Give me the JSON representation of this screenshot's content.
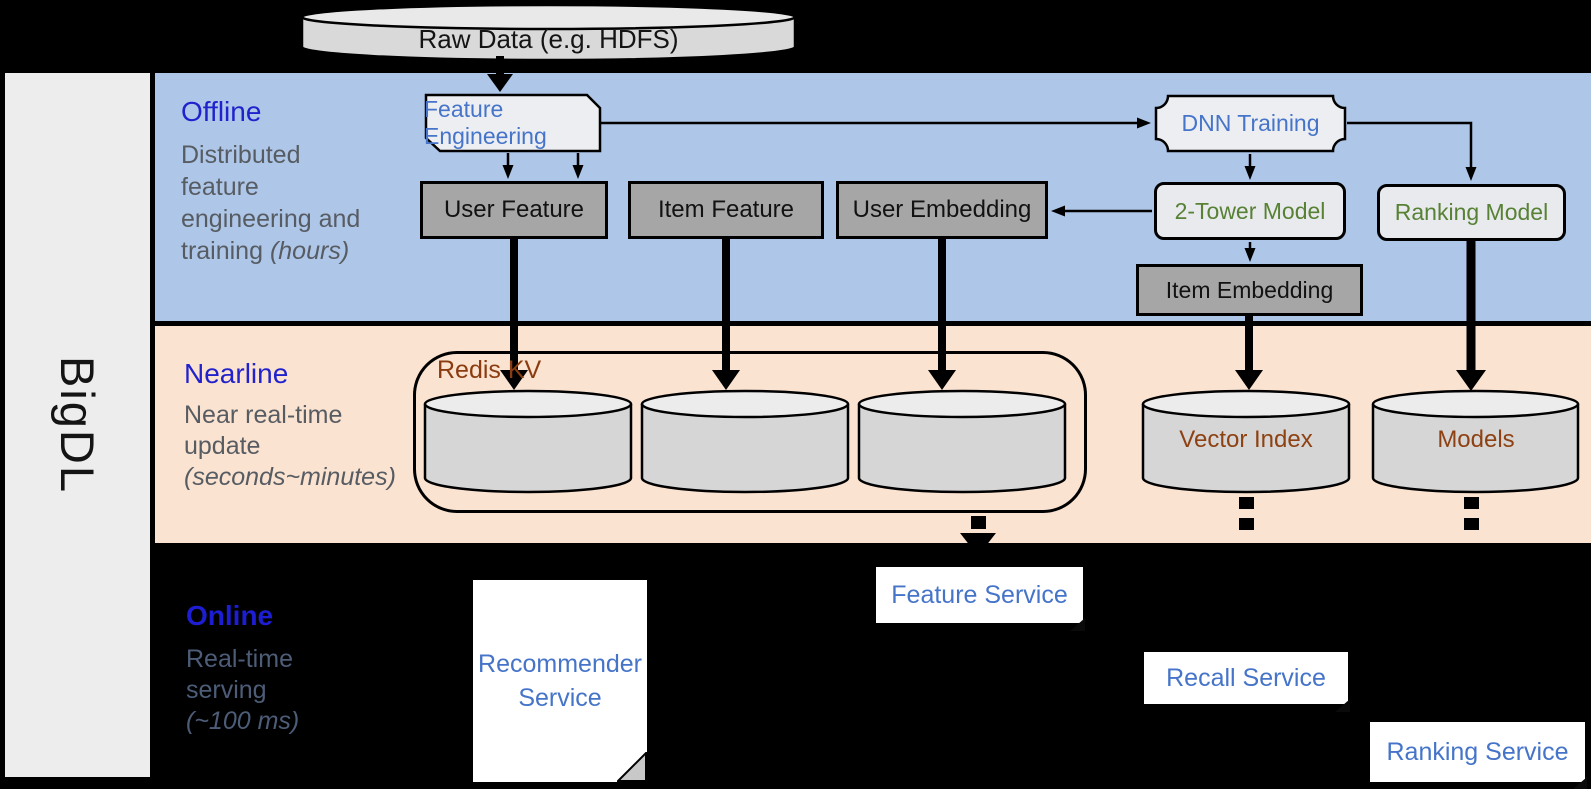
{
  "brand": {
    "label": "BigDL"
  },
  "raw_data": {
    "label": "Raw Data (e.g. HDFS)"
  },
  "offline": {
    "title": "Offline",
    "desc_lines": [
      "Distributed",
      "feature",
      "engineering and"
    ],
    "desc_tail": "training ",
    "desc_tail_italic": "(hours)"
  },
  "nearline": {
    "title": "Nearline",
    "desc_lines": [
      "Near real-time",
      "update"
    ],
    "desc_italic": "(seconds~minutes)"
  },
  "online": {
    "title": "Online",
    "desc_lines": [
      "Real-time",
      "serving"
    ],
    "desc_italic": "(~100 ms)"
  },
  "nodes": {
    "feature_engineering": "Feature Engineering",
    "dnn_training": "DNN Training",
    "user_feature": "User Feature",
    "item_feature": "Item Feature",
    "user_embedding": "User Embedding",
    "two_tower_model": "2-Tower Model",
    "ranking_model": "Ranking Model",
    "item_embedding": "Item Embedding",
    "redis_kv": "Redis KV",
    "vector_index": "Vector Index",
    "models": "Models",
    "recommender_service": "Recommender Service",
    "feature_service": "Feature Service",
    "recall_service": "Recall Service",
    "ranking_service": "Ranking Service"
  },
  "colors": {
    "background": "#000000",
    "offline_band": "#aec6e8",
    "nearline_band": "#fbe3d1",
    "brand_rail": "#ededed",
    "section_title_blue": "#2222cc",
    "service_text_blue": "#4574c9",
    "model_text_green": "#578135",
    "storage_text_brown": "#8a3c10",
    "node_gray": "#a6a6a6",
    "node_light": "#eceef2"
  }
}
